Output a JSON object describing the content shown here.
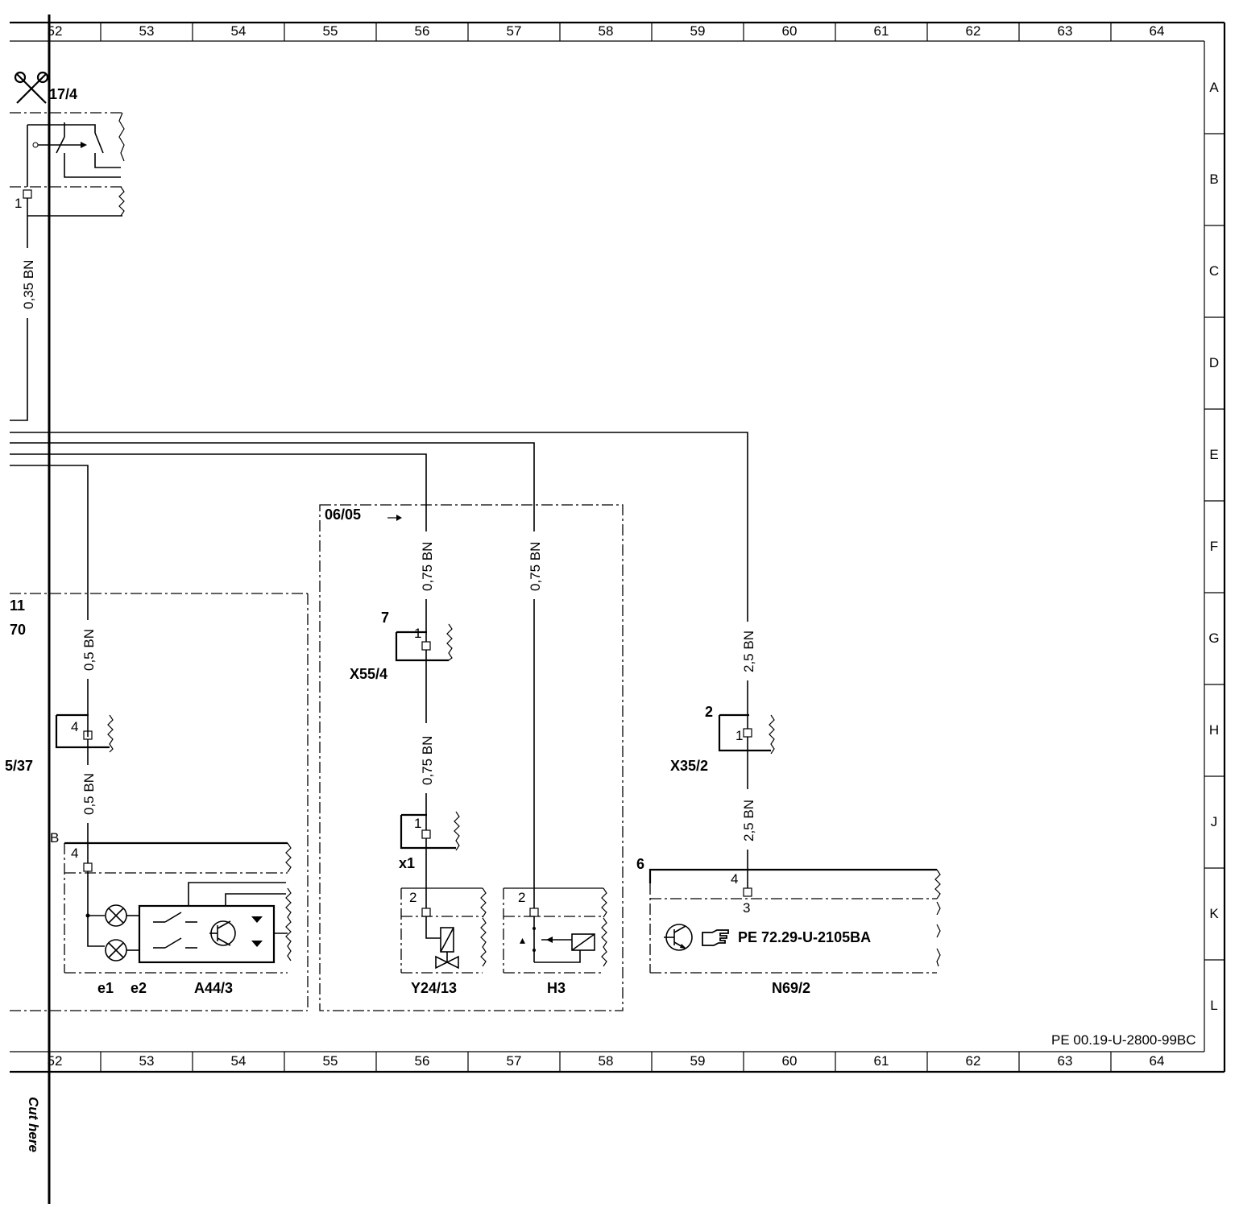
{
  "grid": {
    "columns": [
      "52",
      "53",
      "54",
      "55",
      "56",
      "57",
      "58",
      "59",
      "60",
      "61",
      "62",
      "63",
      "64"
    ],
    "rows": [
      "A",
      "B",
      "C",
      "D",
      "E",
      "F",
      "G",
      "H",
      "J",
      "K",
      "L"
    ]
  },
  "footer_code": "PE 00.19-U-2800-99BC",
  "cut_note": "Cut here",
  "labels": {
    "scissors_ref": "17/4",
    "left_num_11": "11",
    "left_num_70": "70",
    "left_ref_5_37": "5/37",
    "left_b": "B",
    "subsystem_ref": "06/05",
    "x55_4": "X55/4",
    "x55_pin": "7",
    "x1": "x1",
    "x35_2": "X35/2",
    "x35_pin": "2",
    "y24_13": "Y24/13",
    "h3": "H3",
    "a44_3": "A44/3",
    "e1": "e1",
    "e2": "e2",
    "n69_2": "N69/2",
    "n69_pin": "6",
    "n69_ref": "PE 72.29-U-2105BA"
  },
  "wires": {
    "w_035": "0,35 BN",
    "w_05_top": "0,5 BN",
    "w_05_bot": "0,5 BN",
    "w_075_a": "0,75 BN",
    "w_075_b": "0,75 BN",
    "w_075_c": "0,75 BN",
    "w_25_top": "2,5 BN",
    "w_25_bot": "2,5 BN"
  },
  "pins": {
    "p1_left": "1",
    "p4_conn": "4",
    "p4_a44": "4",
    "p1_x55": "1",
    "p1_x1": "1",
    "p2_y24": "2",
    "p2_h3": "2",
    "p1_x35": "1",
    "p4_n69": "4",
    "p3_n69": "3"
  }
}
